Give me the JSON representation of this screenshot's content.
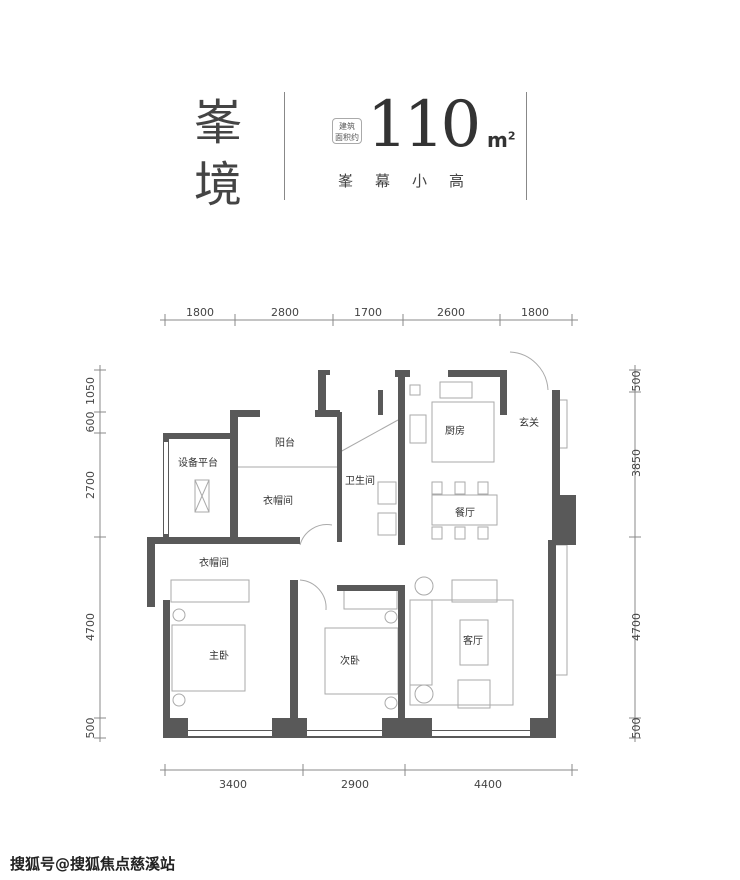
{
  "header": {
    "project_name": "峯境",
    "area_badge": [
      "建筑",
      "面积约"
    ],
    "area_value": "110",
    "area_unit": "m",
    "area_unit_sup": "2",
    "unit_type": "峯幕小高"
  },
  "dimensions": {
    "top": [
      "1800",
      "2800",
      "1700",
      "2600",
      "1800"
    ],
    "bottom": [
      "3400",
      "2900",
      "4400"
    ],
    "left": [
      "1050",
      "600",
      "2700",
      "4700",
      "500"
    ],
    "right": [
      "500",
      "3850",
      "4700",
      "500"
    ]
  },
  "rooms": {
    "equipment_platform": "设备平台",
    "balcony": "阳台",
    "closet_upper": "衣帽间",
    "bathroom": "卫生间",
    "kitchen": "厨房",
    "foyer": "玄关",
    "dining": "餐厅",
    "closet_master": "衣帽间",
    "master_bedroom": "主卧",
    "second_bedroom": "次卧",
    "living_room": "客厅"
  },
  "colors": {
    "wall": "#595959",
    "line": "#999999"
  },
  "watermark": "搜狐号@搜狐焦点慈溪站"
}
